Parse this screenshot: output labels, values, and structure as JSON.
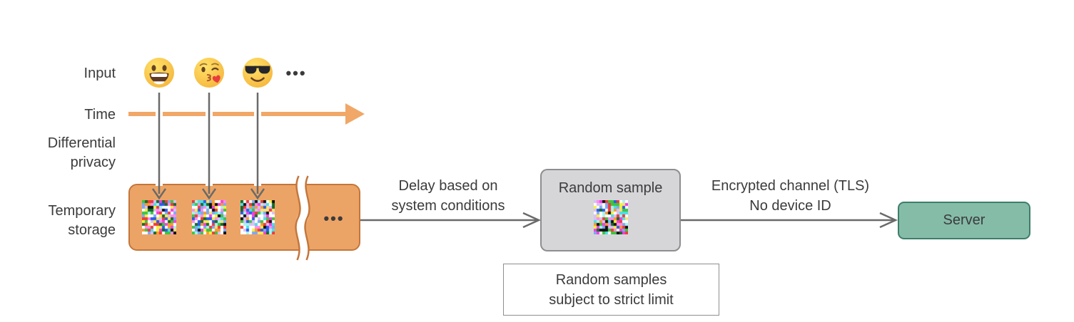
{
  "diagram": {
    "labels": {
      "input": "Input",
      "time": "Time",
      "differential_privacy_line1": "Differential",
      "differential_privacy_line2": "privacy",
      "temporary_storage_line1": "Temporary",
      "temporary_storage_line2": "storage"
    },
    "icons": {
      "emoji_1": "grinning-face",
      "emoji_2": "face-blowing-kiss",
      "emoji_3": "smiling-face-with-sunglasses",
      "ellipsis": "•••",
      "noise": "pixelated-noise-image"
    },
    "flow": {
      "delay_line1": "Delay based on",
      "delay_line2": "system conditions",
      "sample_title": "Random sample",
      "encrypted_line1": "Encrypted channel (TLS)",
      "encrypted_line2": "No device ID",
      "server": "Server",
      "note_line1": "Random samples",
      "note_line2": "subject to strict limit"
    },
    "colors": {
      "text": "#3b3b3d",
      "storage_fill": "#eca466",
      "storage_border": "#c4763b",
      "time_arrow": "#f0a767",
      "arrow_gray": "#6a6a6a",
      "sample_fill": "#d6d6d8",
      "sample_border": "#8e8e90",
      "server_fill": "#85bca8",
      "server_border": "#3e7e6b",
      "note_border": "#8e8e8e",
      "noise_palette": [
        "#ffffff",
        "#f23fe3",
        "#ff8be8",
        "#49e0e8",
        "#a8f4f0",
        "#f5f23b",
        "#2b5be8",
        "#7fa8f2",
        "#3fc43f",
        "#146b2a",
        "#f03a3a",
        "#f79b30",
        "#ffffff",
        "#101010",
        "#d9c0f5",
        "#ffe070",
        "#ffffff"
      ]
    }
  }
}
